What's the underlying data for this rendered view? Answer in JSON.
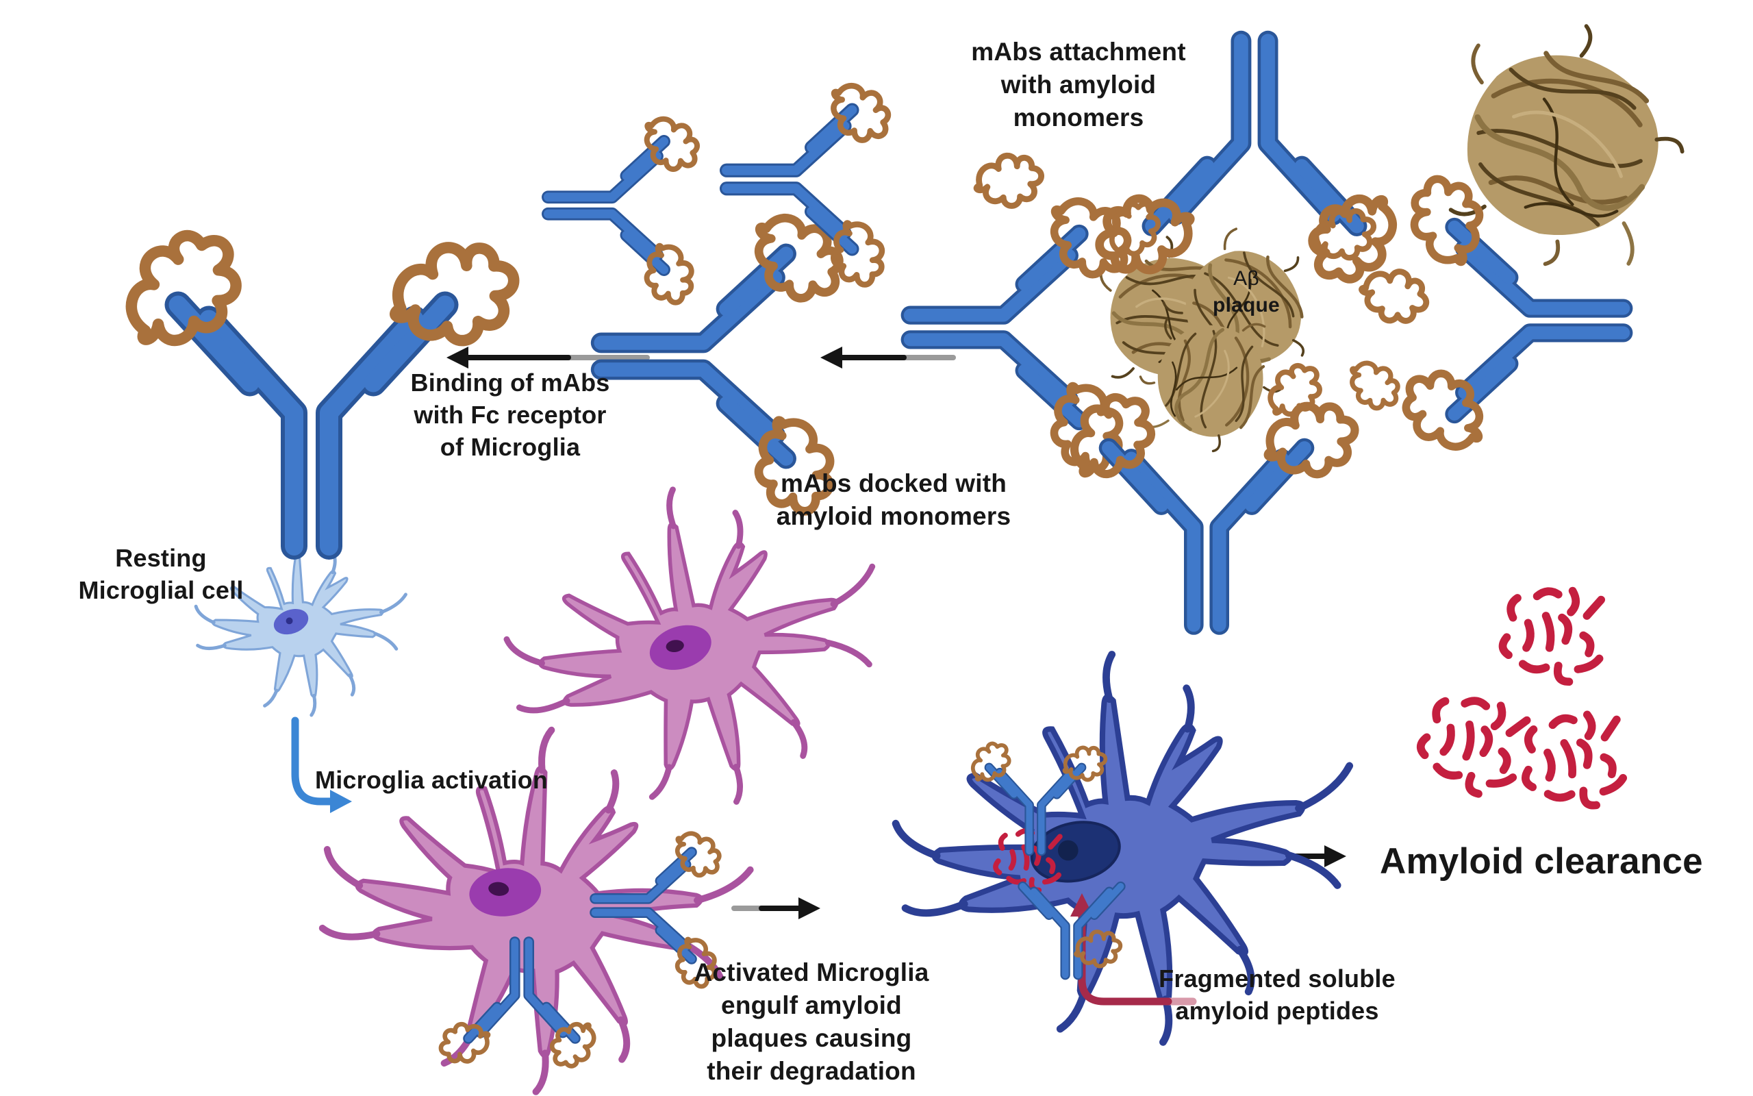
{
  "diagram": {
    "labels": {
      "mabs_attachment": "mAbs attachment\nwith amyloid\nmonomers",
      "ab_symbol": "Aβ",
      "plaque_word": "plaque",
      "mabs_docked": "mAbs docked with\namyloid monomers",
      "binding_fc": "Binding of mAbs\nwith Fc receptor\nof Microglia",
      "resting_cell": "Resting\nMicroglial cell",
      "microglia_activation": "Microglia activation",
      "activated_engulf": "Activated Microglia\nengulf amyloid\nplaques causing\ntheir degradation",
      "fragmented_peptides": "Fragmented soluble\namyloid peptides",
      "amyloid_clearance": "Amyloid clearance"
    },
    "colors": {
      "antibody_fill": "#4079ca",
      "antibody_outline": "#2a5699",
      "amyloid_monomer_brown": "#a9713c",
      "plaque_base_tan": "#b59a68",
      "plaque_fiber_dark": "#55411e",
      "resting_cell_fill": "#b9d2ee",
      "resting_cell_outline": "#7fa5d8",
      "pink_cell_fill": "#cc8cc0",
      "pink_cell_outline": "#a9539f",
      "active_cell_fill": "#5a6fc5",
      "active_cell_outline": "#2c3f94",
      "fragment_red": "#c41f3f",
      "activation_arrow_blue": "#3b86d5",
      "fragment_arrow_red": "#a62a4a",
      "flow_arrow_black": "#151515",
      "text_color": "#171717"
    },
    "icons": [
      "antibody-icon",
      "amyloid-monomer-icon",
      "abeta-plaque-icon",
      "resting-microglia-icon",
      "activated-microglia-icon",
      "phagocytic-microglia-icon",
      "fragment-cluster-icon",
      "flow-arrow-icon",
      "activation-arrow-icon",
      "fragment-arrow-icon"
    ]
  }
}
